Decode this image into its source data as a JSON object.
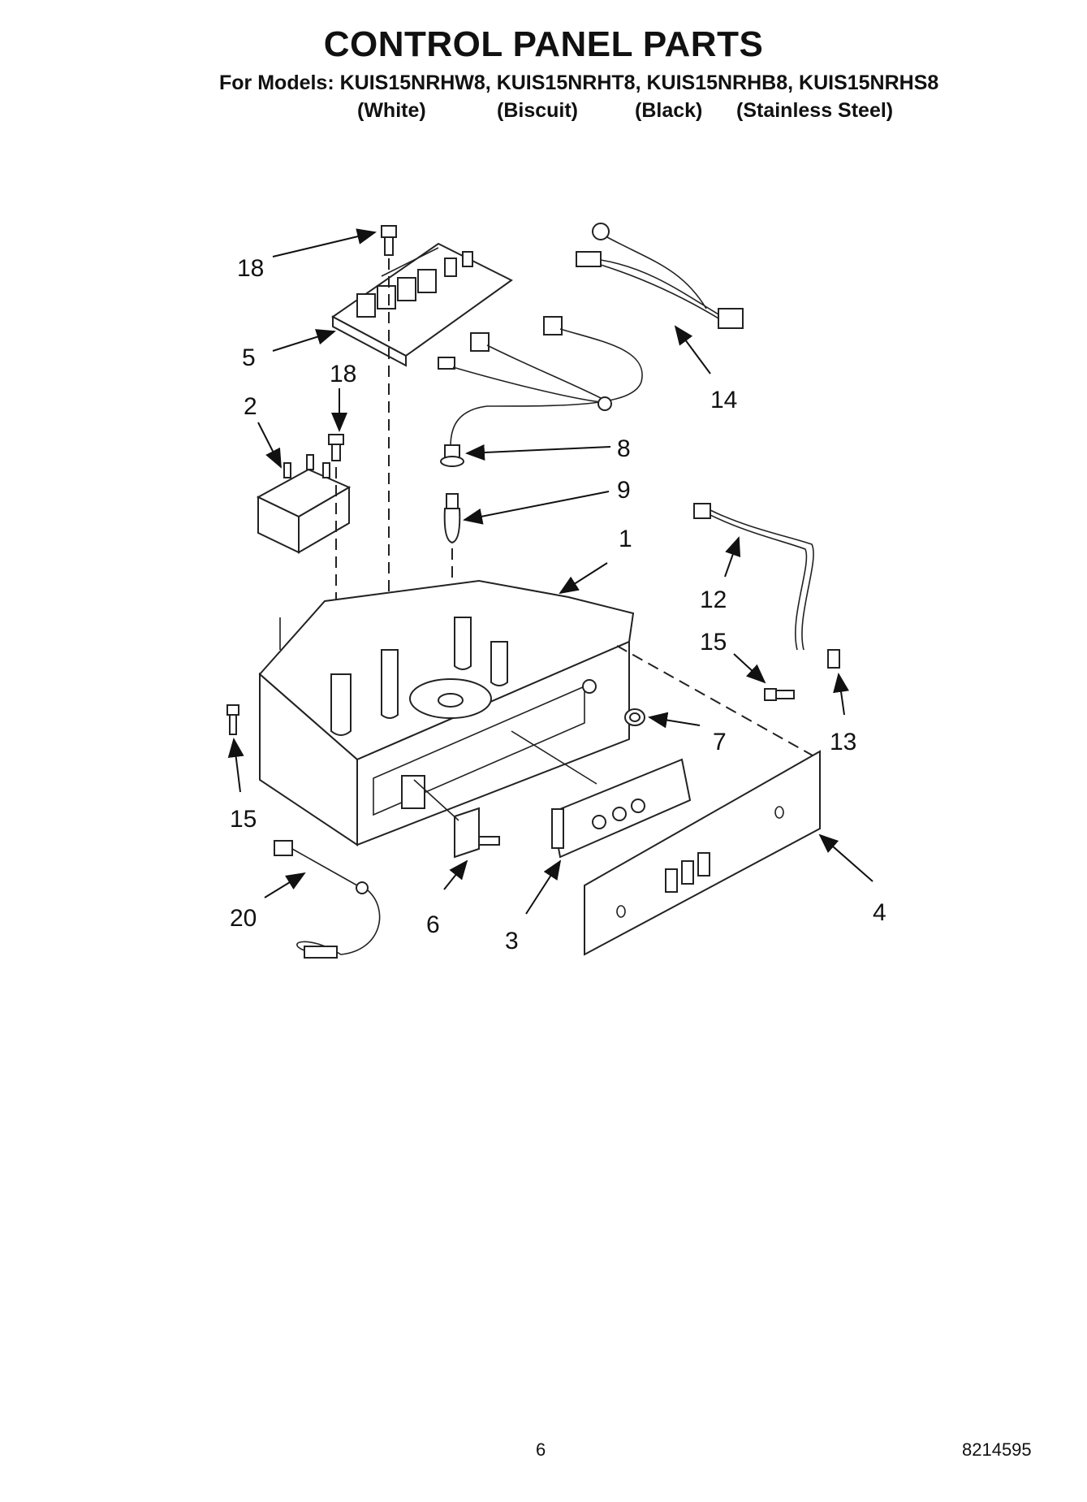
{
  "header": {
    "title": "CONTROL PANEL PARTS",
    "models_line": "For Models: KUIS15NRHW8, KUIS15NRHT8, KUIS15NRHB8, KUIS15NRHS8",
    "colors": [
      "(White)",
      "(Biscuit)",
      "(Black)",
      "(Stainless Steel)"
    ]
  },
  "callouts": {
    "c18a": "18",
    "c5": "5",
    "c18b": "18",
    "c2": "2",
    "c14": "14",
    "c8": "8",
    "c9": "9",
    "c1": "1",
    "c12": "12",
    "c15a": "15",
    "c7": "7",
    "c13": "13",
    "c15b": "15",
    "c20": "20",
    "c6": "6",
    "c3": "3",
    "c4": "4"
  },
  "footer": {
    "page_number": "6",
    "doc_number": "8214595"
  }
}
